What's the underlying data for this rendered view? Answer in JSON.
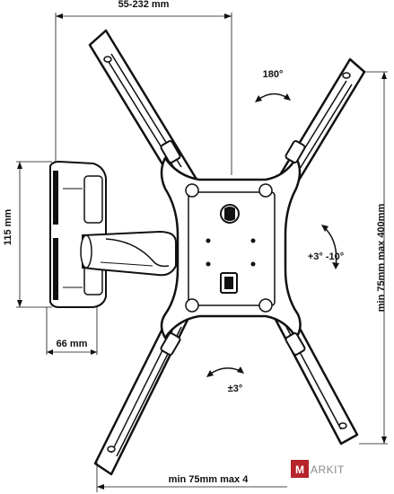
{
  "dimensions": {
    "top_width": "55-232 mm",
    "height": "115 mm",
    "depth": "66 mm",
    "vesa_horizontal": "min 75mm max 4",
    "vesa_vertical": "min 75mm max 400mm"
  },
  "rotations": {
    "swivel": "180°",
    "tilt": "+3° -10°",
    "roll": "±3°"
  },
  "watermark": {
    "letter": "M",
    "text": "ARKIT"
  }
}
